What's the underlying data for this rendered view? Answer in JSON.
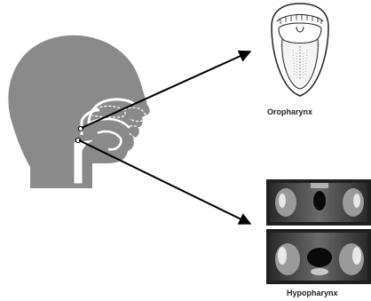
{
  "labels": {
    "oropharynx": "Oropharynx",
    "hypopharynx": "Hypopharynx"
  },
  "colors": {
    "head_fill": "#8a8a8a",
    "airway_fill": "#ffffff",
    "arrow": "#000000",
    "scan_bg": "#1f1f1f"
  },
  "icons": {
    "head": "head-profile-silhouette",
    "mouth": "open-mouth-drawing",
    "scan_upper": "ct-slice-oropharynx",
    "scan_lower": "ct-slice-hypopharynx"
  }
}
